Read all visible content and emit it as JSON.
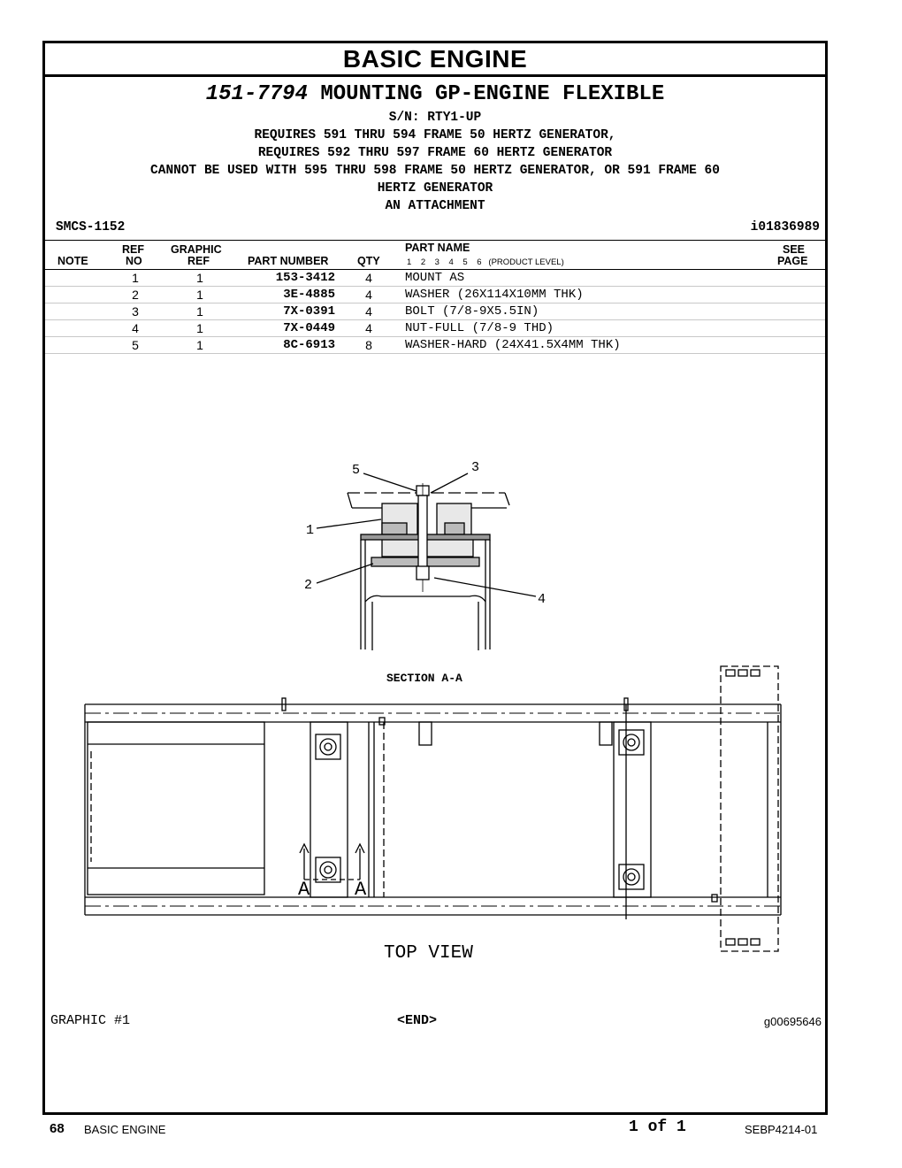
{
  "section_title": "BASIC ENGINE",
  "group": {
    "number": "151-7794",
    "name": "MOUNTING GP-ENGINE FLEXIBLE",
    "notes": [
      "S/N: RTY1-UP",
      "REQUIRES 591 THRU 594 FRAME 50 HERTZ GENERATOR,",
      "REQUIRES 592 THRU 597 FRAME 60 HERTZ GENERATOR",
      "CANNOT BE USED WITH 595 THRU 598 FRAME 50 HERTZ GENERATOR, OR 591 FRAME 60",
      "HERTZ GENERATOR",
      "AN ATTACHMENT"
    ],
    "smcs": "SMCS-1152",
    "ident": "i01836989"
  },
  "table": {
    "headers": {
      "note": "NOTE",
      "ref_top": "REF",
      "ref_bottom": "NO",
      "graphic_top": "GRAPHIC",
      "graphic_bottom": "REF",
      "part_number": "PART NUMBER",
      "qty": "QTY",
      "part_name": "PART NAME",
      "product_level": "1    2    3    4    5    6   (PRODUCT LEVEL)",
      "see_top": "SEE",
      "see_bottom": "PAGE"
    },
    "rows": [
      {
        "ref": "1",
        "graphic": "1",
        "part_number": "153-3412",
        "qty": "4",
        "name": "MOUNT AS"
      },
      {
        "ref": "2",
        "graphic": "1",
        "part_number": "3E-4885",
        "qty": "4",
        "name": "WASHER (26X114X10MM THK)"
      },
      {
        "ref": "3",
        "graphic": "1",
        "part_number": "7X-0391",
        "qty": "4",
        "name": "BOLT (7/8-9X5.5IN)"
      },
      {
        "ref": "4",
        "graphic": "1",
        "part_number": "7X-0449",
        "qty": "4",
        "name": "NUT-FULL (7/8-9 THD)"
      },
      {
        "ref": "5",
        "graphic": "1",
        "part_number": "8C-6913",
        "qty": "8",
        "name": "WASHER-HARD (24X41.5X4MM THK)"
      }
    ]
  },
  "graphic": {
    "callouts": [
      "5",
      "3",
      "1",
      "2",
      "4"
    ],
    "section_label": "SECTION A-A",
    "view_label": "TOP VIEW",
    "section_marks": [
      "A",
      "A"
    ],
    "caption": "GRAPHIC #1",
    "end_marker": "<END>",
    "graphic_id": "g00695646"
  },
  "footer": {
    "page_number": "68",
    "section": "BASIC ENGINE",
    "page_of": "1 of 1",
    "doc_number": "SEBP4214-01"
  }
}
